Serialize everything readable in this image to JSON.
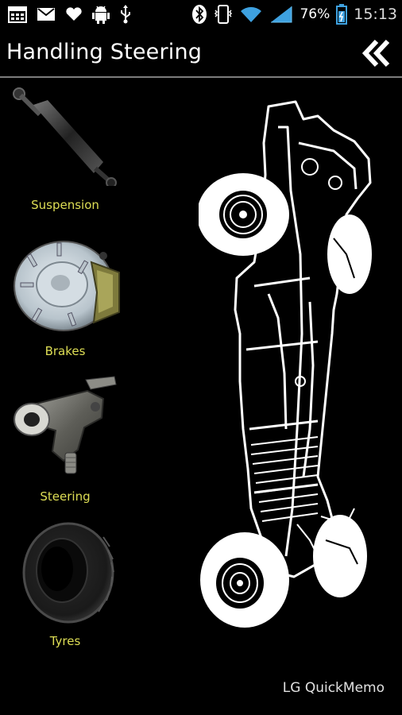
{
  "status_bar": {
    "icons_left": [
      "calendar-icon",
      "mail-icon",
      "heart-icon",
      "android-icon",
      "usb-icon"
    ],
    "icons_right": [
      "bluetooth-icon",
      "vibrate-icon",
      "wifi-icon",
      "signal-icon",
      "battery-icon"
    ],
    "battery_text": "76%",
    "time": "15:13"
  },
  "action_bar": {
    "title": "Handling Steering",
    "back_icon": "double-chevron-left-icon"
  },
  "menu": {
    "items": [
      {
        "label": "Suspension",
        "icon": "shock-absorber-icon"
      },
      {
        "label": "Brakes",
        "icon": "disc-brake-icon"
      },
      {
        "label": "Steering",
        "icon": "steering-box-icon"
      },
      {
        "label": "Tyres",
        "icon": "tyre-icon"
      }
    ]
  },
  "illustration": {
    "icon": "car-chassis-outline-icon"
  },
  "watermark": "LG QuickMemo",
  "colors": {
    "label": "#dede55",
    "background": "#000000",
    "divider": "#7d7d7d"
  }
}
